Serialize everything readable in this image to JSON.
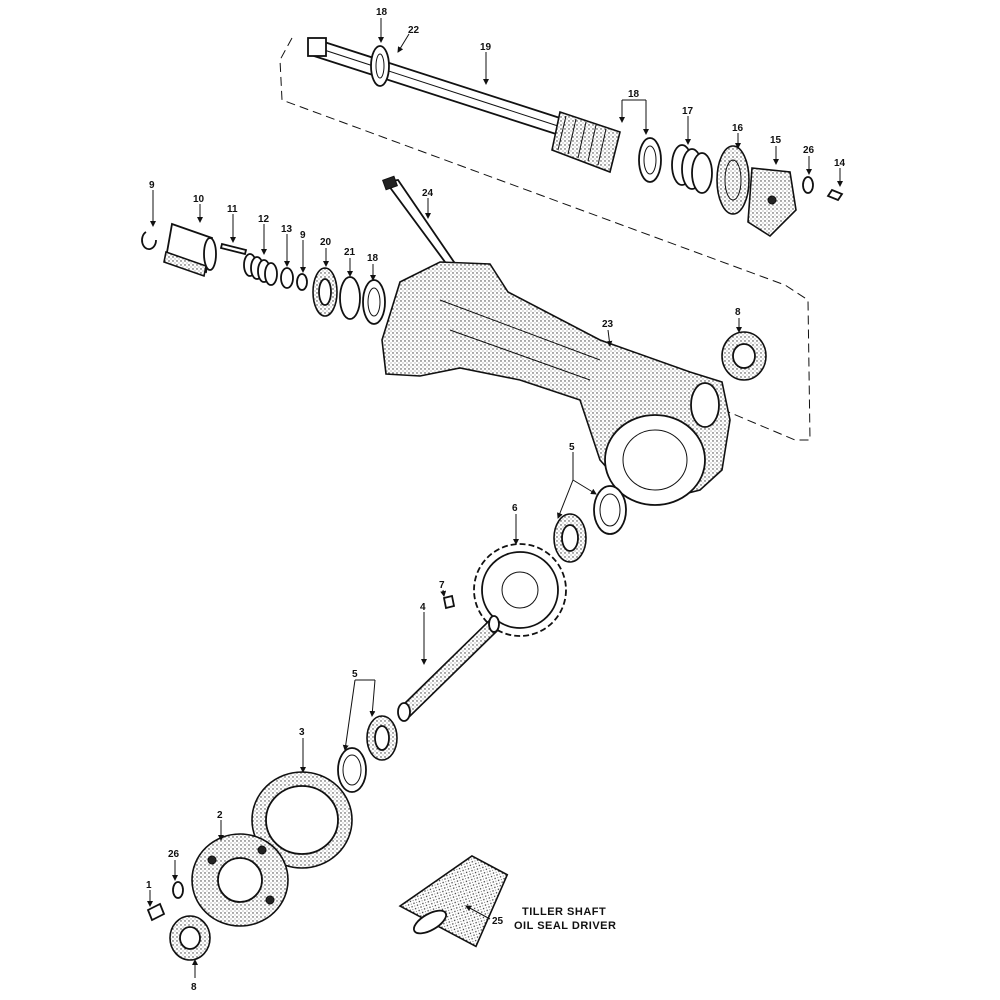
{
  "labels": {
    "p18_top": "18",
    "p22": "22",
    "p19": "19",
    "p18_mid": "18",
    "p17": "17",
    "p16": "16",
    "p15": "15",
    "p26_top": "26",
    "p14": "14",
    "p24": "24",
    "p9_left": "9",
    "p10": "10",
    "p11": "11",
    "p12": "12",
    "p13": "13",
    "p9_mid": "9",
    "p20": "20",
    "p21": "21",
    "p18_left": "18",
    "p23": "23",
    "p8_top": "8",
    "p5_top": "5",
    "p6": "6",
    "p7": "7",
    "p4": "4",
    "p5_bot": "5",
    "p3": "3",
    "p2": "2",
    "p26_bot": "26",
    "p1": "1",
    "p8_bot": "8",
    "p25": "25"
  },
  "caption": {
    "line1": "TILLER SHAFT",
    "line2": "OIL SEAL DRIVER"
  }
}
